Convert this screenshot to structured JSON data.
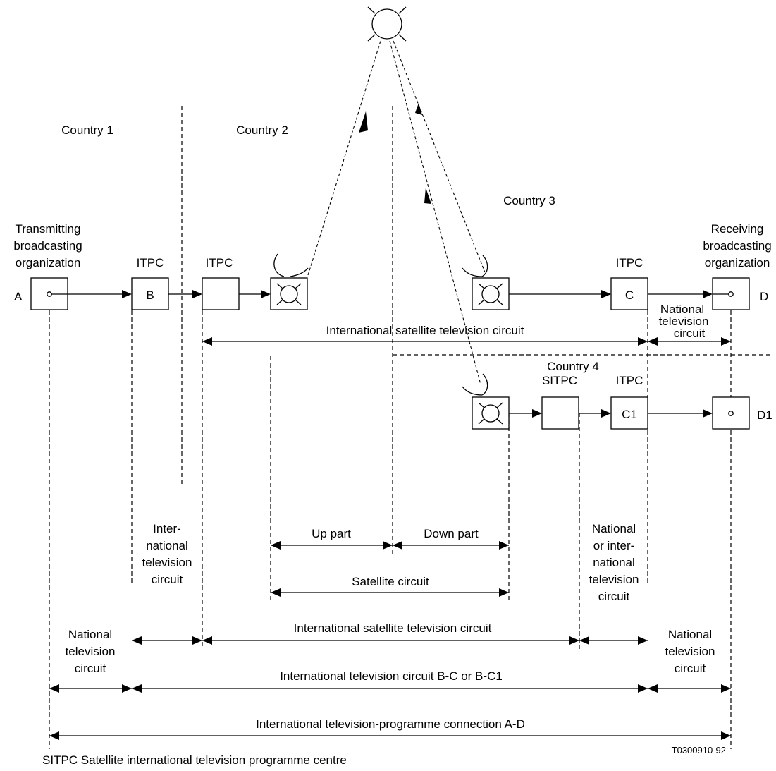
{
  "countries": {
    "c1": "Country 1",
    "c2": "Country 2",
    "c3": "Country 3",
    "c4": "Country 4"
  },
  "orgs": {
    "transmitting": [
      "Transmitting",
      "broadcasting",
      "organization"
    ],
    "receiving": [
      "Receiving",
      "broadcasting",
      "organization"
    ]
  },
  "centres": {
    "itpc_b": "ITPC",
    "itpc_2": "ITPC",
    "itpc_c": "ITPC",
    "itpc_c1": "ITPC",
    "sitpc": "SITPC"
  },
  "nodes": {
    "a": "A",
    "b": "B",
    "c": "C",
    "c1": "C1",
    "d": "D",
    "d1": "D1"
  },
  "circuits": {
    "intl_sat_top": "International satellite television circuit",
    "national_top": [
      "National",
      "television",
      "circuit"
    ],
    "inter_national": [
      "Inter-",
      "national",
      "television",
      "circuit"
    ],
    "up_part": "Up part",
    "down_part": "Down part",
    "satellite_circuit": "Satellite circuit",
    "national_or_intl": [
      "National",
      "or inter-",
      "national",
      "television",
      "circuit"
    ],
    "national_left": [
      "National",
      "television",
      "circuit"
    ],
    "national_right": [
      "National",
      "television",
      "circuit"
    ],
    "intl_sat_bottom": "International satellite television circuit",
    "intl_tv_bc": "International television circuit B-C or B-C1",
    "programme_connection": "International television-programme connection A-D"
  },
  "footer": {
    "legend": "SITPC  Satellite international television programme centre",
    "figure_id": "T0300910-92"
  }
}
